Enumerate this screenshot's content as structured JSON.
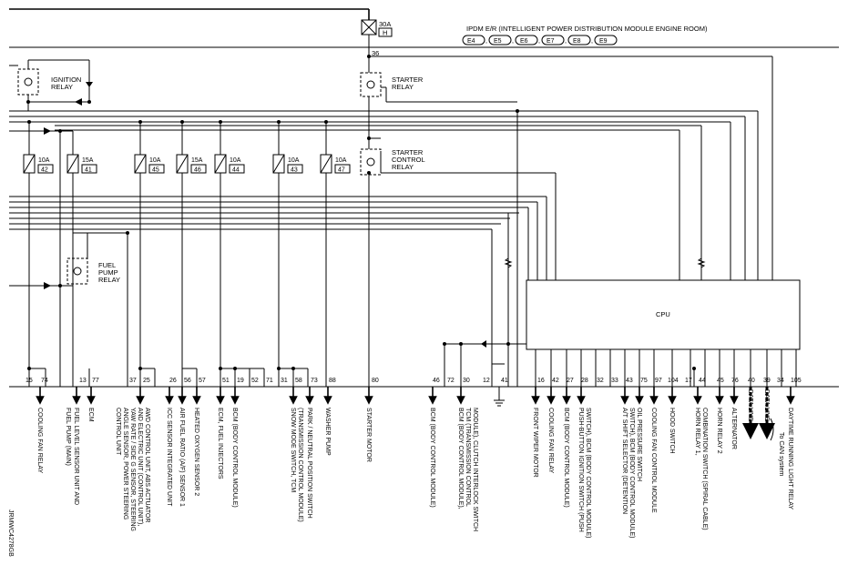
{
  "module_title": "IPDM E/R (INTELLIGENT POWER DISTRIBUTION MODULE ENGINE ROOM)",
  "connectors": [
    "E4",
    "E5",
    "E6",
    "E7",
    "E8",
    "E9"
  ],
  "main_fuse": {
    "rating": "30A",
    "id": "H",
    "terminal": "36"
  },
  "relays": {
    "ignition": [
      "IGNITION",
      "RELAY"
    ],
    "starter": [
      "STARTER",
      "RELAY"
    ],
    "starter_control": [
      "STARTER",
      "CONTROL",
      "RELAY"
    ],
    "fuel_pump": [
      "FUEL",
      "PUMP",
      "RELAY"
    ]
  },
  "fuses": [
    {
      "rating": "10A",
      "num": "42"
    },
    {
      "rating": "15A",
      "num": "41"
    },
    {
      "rating": "10A",
      "num": "45"
    },
    {
      "rating": "15A",
      "num": "46"
    },
    {
      "rating": "10A",
      "num": "44"
    },
    {
      "rating": "10A",
      "num": "43"
    },
    {
      "rating": "10A",
      "num": "47"
    }
  ],
  "cpu_label": "CPU",
  "terminals": [
    "15",
    "74",
    "13",
    "77",
    "37",
    "25",
    "26",
    "56",
    "57",
    "51",
    "19",
    "52",
    "71",
    "31",
    "58",
    "73",
    "88",
    "80",
    "46",
    "72",
    "30",
    "12",
    "41",
    "16",
    "42",
    "27",
    "28",
    "32",
    "33",
    "43",
    "75",
    "97",
    "104",
    "17",
    "44",
    "45",
    "76",
    "40",
    "39",
    "34",
    "105"
  ],
  "signal_labels": [
    [
      "COOLING FAN RELAY"
    ],
    [
      "FUEL LEVEL SENSOR UNIT AND",
      "FUEL PUMP (MAIN)"
    ],
    [
      "ECM"
    ],
    [
      "AWD CONTROL UNIT, ABS ACTUATOR",
      "AND ELECTRIC UNIT (CONTROL UNIT),",
      "YAW RATE / SIDE G SENSOR, STEERING",
      "ANGLE SENSOR, POWER STEERING",
      "CONTROL UNIT"
    ],
    [
      "ICC SENSOR INTEGRATED UNIT"
    ],
    [
      "AIR FUEL RATIO (A/F) SENSOR 1"
    ],
    [
      "HEATED OXYGEN SENSOR 2"
    ],
    [
      "ECM, FUEL INJECTORS"
    ],
    [
      "BCM (BODY CONTROL MODULE)"
    ],
    [
      "SNOW MODE SWITCH, TCM",
      "(TRANSMISSION CONTROL MODULE)"
    ],
    [
      "PARK / NEUTRAL POSITION SWITCH"
    ],
    [
      "WASHER PUMP"
    ],
    [
      "STARTER MOTOR"
    ],
    [
      "BCM (BODY CONTROL MODULE)"
    ],
    [
      "BCM (BODY CONTROL MODULE),",
      "TCM (TRANSMISSION CONTROL",
      "MODULE), CLUTCH INTERLOCK SWITCH"
    ],
    [
      "FRONT WIPER MOTOR"
    ],
    [
      "COOLING FAN RELAY"
    ],
    [
      "BCM (BODY CONTROL MODULE)"
    ],
    [
      "PUSH-BUTTON IGNITION SWITCH (PUSH",
      "SWITCH), BCM (BODY CONTROL MODULE)"
    ],
    [
      "A/T SHIFT SELECTOR (DETENTION",
      "SWITCH), BCM (BODY CONTROL MODULE)"
    ],
    [
      "OIL PRESSURE SWITCH"
    ],
    [
      "COOLING FAN CONTROL MODULE"
    ],
    [
      "HOOD SWITCH"
    ],
    [
      "HORN RELAY 1,",
      "COMBINATION SWITCH (SPIRAL CABLE)"
    ],
    [
      "HORN RELAY 2"
    ],
    [
      "ALTERNATOR"
    ],
    [
      "DATA LINE"
    ],
    [
      "DATA LINE"
    ],
    [
      "DAYTIME RUNNING LIGHT RELAY"
    ]
  ],
  "can_label": "To CAN system",
  "figure_id": "JRMWC4278GB"
}
